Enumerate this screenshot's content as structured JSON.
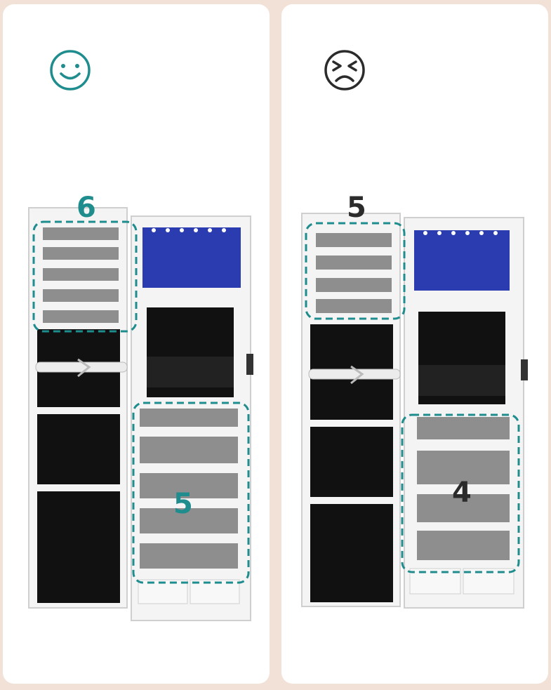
{
  "colors": {
    "background": "#f2e1d6",
    "panel": "#ffffff",
    "accent_teal": "#1f8c8e",
    "sad_dark": "#2b2b2b",
    "cabinet_white": "#f4f4f4",
    "felt_black": "#111111",
    "drawer_gray": "#8e8e8e",
    "led_blue": "#2b3cb0"
  },
  "comparison": {
    "good": {
      "face_icon": "smiley-face-icon",
      "top_count_label": "6",
      "bottom_count_label": "5"
    },
    "bad": {
      "face_icon": "frowning-face-icon",
      "top_count_label": "5",
      "bottom_count_label": "4"
    }
  }
}
